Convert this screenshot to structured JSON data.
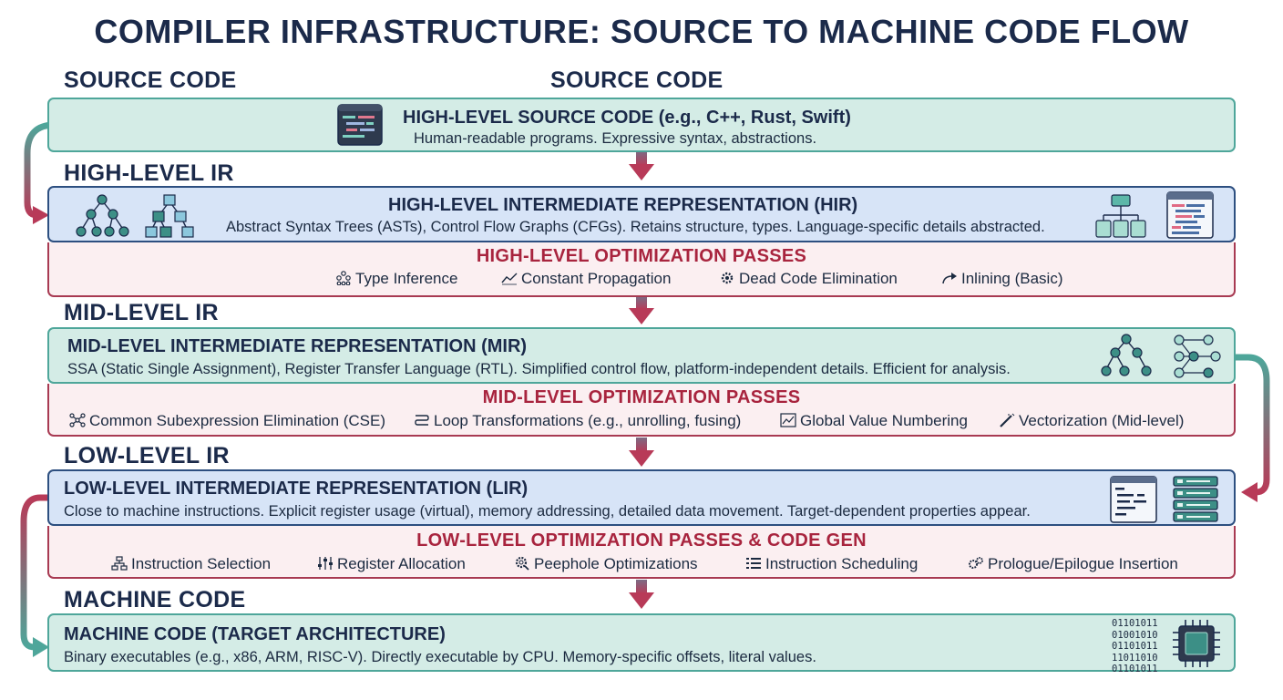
{
  "title": "COMPILER INFRASTRUCTURE: SOURCE TO MACHINE CODE FLOW",
  "labels": {
    "source_left": "SOURCE CODE",
    "source_center": "SOURCE CODE",
    "high_ir": "HIGH-LEVEL IR",
    "mid_ir": "MID-LEVEL IR",
    "low_ir": "LOW-LEVEL IR",
    "machine": "MACHINE CODE"
  },
  "source": {
    "title": "HIGH-LEVEL SOURCE CODE (e.g., C++, Rust, Swift)",
    "desc": "Human-readable programs. Expressive syntax, abstractions."
  },
  "hir": {
    "title": "HIGH-LEVEL INTERMEDIATE REPRESENTATION (HIR)",
    "desc": "Abstract Syntax Trees (ASTs), Control Flow Graphs (CFGs). Retains structure, types. Language-specific details abstracted.",
    "passes_title": "HIGH-LEVEL OPTIMIZATION PASSES",
    "passes": [
      "Type Inference",
      "Constant Propagation",
      "Dead Code Elimination",
      "Inlining (Basic)"
    ]
  },
  "mir": {
    "title": "MID-LEVEL INTERMEDIATE REPRESENTATION (MIR)",
    "desc": "SSA (Static Single Assignment), Register Transfer Language (RTL). Simplified control flow, platform-independent details. Efficient for analysis.",
    "passes_title": "MID-LEVEL OPTIMIZATION PASSES",
    "passes": [
      "Common Subexpression Elimination (CSE)",
      "Loop Transformations (e.g., unrolling, fusing)",
      "Global Value Numbering",
      "Vectorization (Mid-level)"
    ]
  },
  "lir": {
    "title": "LOW-LEVEL INTERMEDIATE REPRESENTATION (LIR)",
    "desc": "Close to machine instructions. Explicit register usage (virtual), memory addressing, detailed data movement. Target-dependent properties appear.",
    "passes_title": "LOW-LEVEL OPTIMIZATION PASSES & CODE GEN",
    "passes": [
      "Instruction Selection",
      "Register Allocation",
      "Peephole Optimizations",
      "Instruction Scheduling",
      "Prologue/Epilogue Insertion"
    ]
  },
  "machine": {
    "title": "MACHINE CODE (TARGET ARCHITECTURE)",
    "desc": "Binary executables (e.g., x86, ARM, RISC-V). Directly executable by CPU. Memory-specific offsets, literal values.",
    "binary": [
      "01101011",
      "01001010",
      "01101011",
      "11011010",
      "01101011"
    ]
  },
  "icons": {
    "source": "code-window-icon",
    "hir_left": [
      "tree-icon",
      "tree-icon"
    ],
    "hir_right": [
      "hierarchy-icon",
      "code-window-icon"
    ],
    "mir_right": [
      "tree-icon",
      "graph-icon"
    ],
    "lir_right": [
      "code-window-icon",
      "server-stack-icon"
    ],
    "machine_right": [
      "binary-icon",
      "cpu-chip-icon"
    ]
  },
  "colors": {
    "teal_fill": "#d4ece6",
    "teal_border": "#4ea69a",
    "blue_fill": "#d7e4f7",
    "blue_border": "#2d4f80",
    "pass_fill": "#fbeff1",
    "pass_border": "#a83a52",
    "pass_title": "#a8243e",
    "heading": "#1b2a4a"
  }
}
